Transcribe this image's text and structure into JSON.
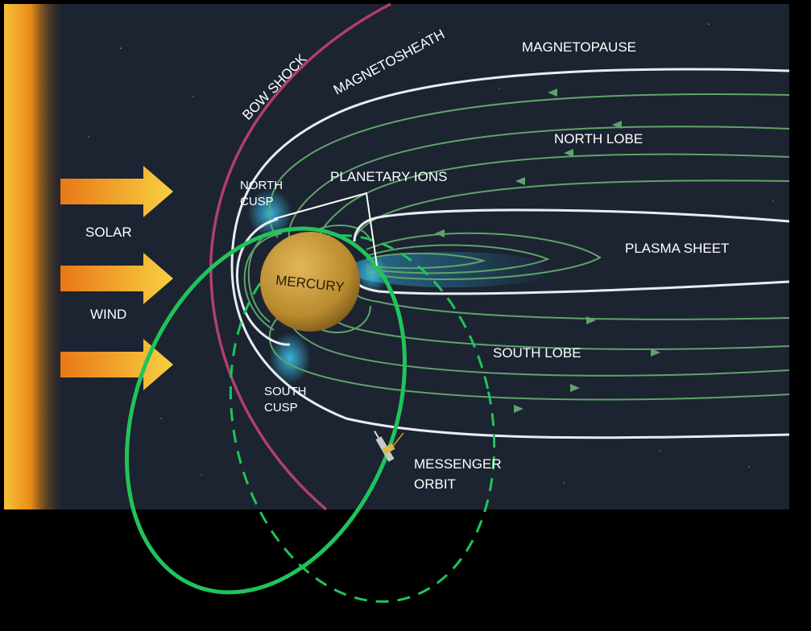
{
  "labels": {
    "bow_shock": "BOW SHOCK",
    "magnetosheath": "MAGNETOSHEATH",
    "magnetopause": "MAGNETOPAUSE",
    "north_lobe": "NORTH LOBE",
    "north_cusp_1": "NORTH",
    "north_cusp_2": "CUSP",
    "planetary_ions": "PLANETARY IONS",
    "solar": "SOLAR",
    "wind": "WIND",
    "plasma_sheet": "PLASMA SHEET",
    "mercury": "MERCURY",
    "south_lobe": "SOUTH LOBE",
    "south_cusp_1": "SOUTH",
    "south_cusp_2": "CUSP",
    "messenger_1": "MESSENGER",
    "messenger_2": "ORBIT"
  },
  "colors": {
    "space": "#1b2230",
    "sun": "#f0a020",
    "bow_shock": "#b0406a",
    "magnetopause": "#e8ecf4",
    "field_lines": "#5fa36a",
    "orbit": "#1fc45a",
    "cusp_glow": "#2fb0e0",
    "planet": "#c89a3a",
    "arrow": "#f0b030"
  },
  "icons": {
    "spacecraft": "messenger-spacecraft-icon",
    "solar_wind_arrow": "solar-wind-arrow-icon"
  }
}
